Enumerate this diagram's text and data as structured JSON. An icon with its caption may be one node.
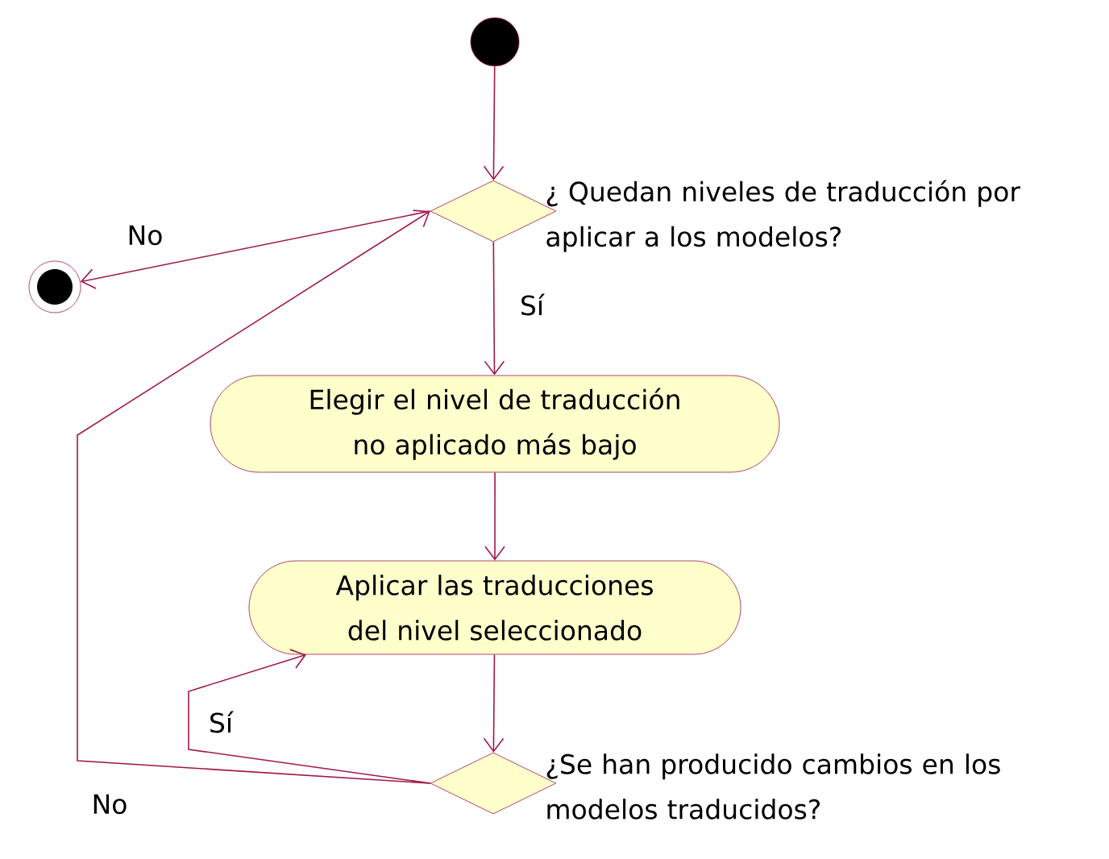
{
  "diagram": {
    "nodes": [
      {
        "text": [],
        "shape": "circle"
      },
      {
        "text": [],
        "shape": "diamond",
        "beside": [
          "¿ Quedan niveles de traducción por aplicar a los modelos?"
        ]
      },
      {
        "text": [],
        "shape": "circle"
      },
      {
        "text": [
          "Elegir el nivel de traducción no aplicado más bajo"
        ]
      },
      {
        "text": [
          "Aplicar las traducciones del nivel seleccionado"
        ]
      },
      {
        "text": [],
        "shape": "diamond",
        "beside": [
          "¿Se han producido cambios en los modelos traducidos?"
        ]
      }
    ],
    "edges": [
      {
        "from": 0,
        "to": 1,
        "arrow": "to"
      },
      {
        "from": 1,
        "to": 2,
        "arrow": "to",
        "label": "No"
      },
      {
        "from": 1,
        "to": 3,
        "arrow": "to",
        "label": "Sí"
      },
      {
        "from": 3,
        "to": 4,
        "arrow": "to"
      },
      {
        "from": 4,
        "to": 5,
        "arrow": "to"
      },
      {
        "from": 5,
        "to": 4,
        "arrow": "to",
        "label": "Sí"
      },
      {
        "from": 5,
        "to": 1,
        "arrow": "to",
        "label": "No"
      }
    ]
  }
}
